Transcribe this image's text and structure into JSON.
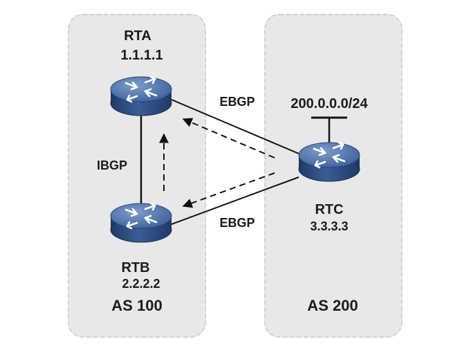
{
  "domains": {
    "left": {
      "label": "AS 100"
    },
    "right": {
      "label": "AS 200"
    }
  },
  "routers": {
    "rta": {
      "name": "RTA",
      "ip": "1.1.1.1"
    },
    "rtb": {
      "name": "RTB",
      "ip": "2.2.2.2"
    },
    "rtc": {
      "name": "RTC",
      "ip": "3.3.3.3"
    }
  },
  "prefix": "200.0.0.0/24",
  "links": {
    "rta_rtb": "IBGP",
    "rta_rtc": "EBGP",
    "rtb_rtc": "EBGP"
  },
  "colors": {
    "zone": "#e8e8e8",
    "router_body": "#2f4e82",
    "router_top": "#4a6fa8",
    "line": "#111111"
  },
  "icons": {
    "router": "router-icon"
  }
}
